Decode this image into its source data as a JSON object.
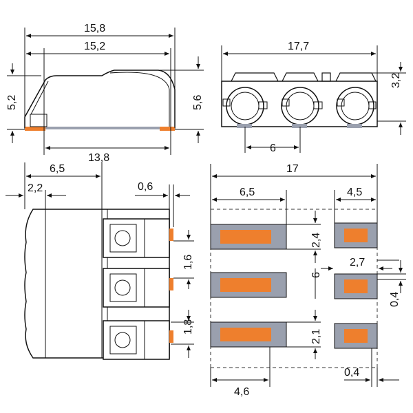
{
  "colors": {
    "line": "#111111",
    "dash": "#333333",
    "pad_gray": "#9aa0ae",
    "pad_orange": "#ee7f2d",
    "body_fill": "#ffffff"
  },
  "top_left_view": {
    "dims": {
      "d1": "15,8",
      "d2": "15,2",
      "d3": "13,8",
      "h_left": "5,2",
      "h_right": "5,6"
    }
  },
  "top_right_view": {
    "dims": {
      "width": "17,7",
      "height": "3,2",
      "pitch": "6"
    }
  },
  "bottom_left_view": {
    "dims": {
      "d1": "6,5",
      "d2": "2,2",
      "d3": "0,6",
      "d4": "1,6",
      "d5": "1,8"
    }
  },
  "bottom_right_view": {
    "dims": {
      "w_total": "17",
      "w_left": "6,5",
      "w_right": "4,5",
      "pad_h": "2,4",
      "pitch": "6",
      "pad_w_small": "2,7",
      "edge_04a": "0,4",
      "pad_h2": "2,1",
      "pad_w_large": "4,6",
      "edge_04b": "0,4"
    }
  }
}
